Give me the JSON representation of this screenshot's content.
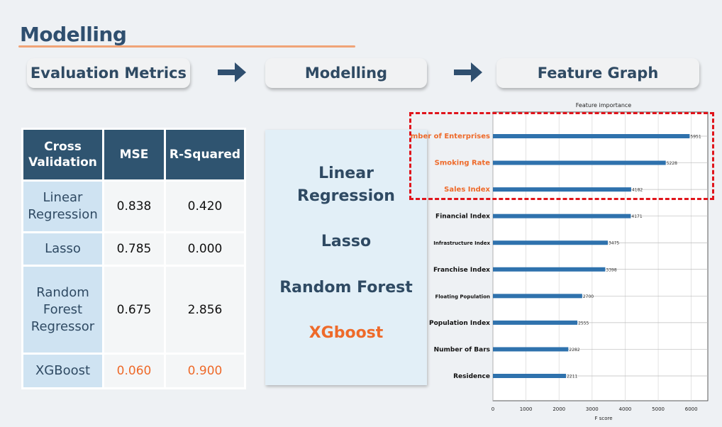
{
  "page": {
    "title": "Modelling"
  },
  "steps": [
    {
      "label": "Evaluation Metrics"
    },
    {
      "label": "Modelling"
    },
    {
      "label": "Feature Graph"
    }
  ],
  "metrics_table": {
    "headers": [
      "Cross Validation",
      "MSE",
      "R-Squared"
    ],
    "rows": [
      {
        "model": "Linear Regression",
        "mse": "0.838",
        "r2": "0.420"
      },
      {
        "model": "Lasso",
        "mse": "0.785",
        "r2": "0.000"
      },
      {
        "model": "Random Forest Regressor",
        "mse": "0.675",
        "r2": "2.856"
      },
      {
        "model": "XGBoost",
        "mse": "0.060",
        "r2": "0.900"
      }
    ],
    "highlight_color": "#ee6a2a"
  },
  "models_list": [
    "Linear Regression",
    "Lasso",
    "Random Forest",
    "XGboost"
  ],
  "chart_data": {
    "type": "bar",
    "orientation": "horizontal",
    "title": "Feature importance",
    "xlabel": "F score",
    "ylabel": "",
    "categories": [
      "Number of Enterprises",
      "Smoking Rate",
      "Sales Index",
      "Financial Index",
      "Infrastructure Index",
      "Franchise Index",
      "Floating Population",
      "Population Index",
      "Number of Bars",
      "Residence"
    ],
    "values": [
      5951,
      5228,
      4182,
      4171,
      3475,
      3398,
      2700,
      2555,
      2282,
      2211
    ],
    "xlim": [
      0,
      6500
    ],
    "xticks": [
      0,
      1000,
      2000,
      3000,
      4000,
      5000,
      6000
    ],
    "grid": true,
    "highlighted_categories": [
      "Number of Enterprises",
      "Smoking Rate",
      "Sales Index"
    ],
    "bar_color": "#2f72ad",
    "highlight_label_color": "#ee6a2a"
  }
}
